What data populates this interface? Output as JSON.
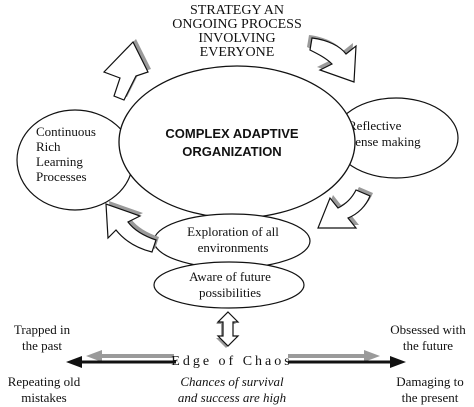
{
  "strategy": [
    "STRATEGY AN",
    "ONGOING PROCESS",
    "INVOLVING",
    "EVERYONE"
  ],
  "core": [
    "COMPLEX ADAPTIVE",
    "ORGANIZATION"
  ],
  "left_node": [
    "Continuous",
    "Rich",
    "Learning",
    "Processes"
  ],
  "right_node": [
    "Reflective",
    "Sense making"
  ],
  "exploration": [
    "Exploration of all",
    "environments"
  ],
  "aware": [
    "Aware of future",
    "possibilities"
  ],
  "left_top": [
    "Trapped in",
    "the past"
  ],
  "left_bottom": [
    "Repeating old",
    "mistakes"
  ],
  "right_top": [
    "Obsessed with",
    "the future"
  ],
  "right_bottom": [
    "Damaging to",
    "the present"
  ],
  "edge": "Edge of Chaos",
  "chances": [
    "Chances of survival",
    "and success are high"
  ],
  "colors": {
    "line": "#111111",
    "shadow": "#9a9a9a",
    "fill": "#ffffff"
  },
  "icons": [
    "curved-arrow-icon",
    "double-vertical-arrow-icon",
    "left-arrow-icon",
    "right-arrow-icon"
  ]
}
